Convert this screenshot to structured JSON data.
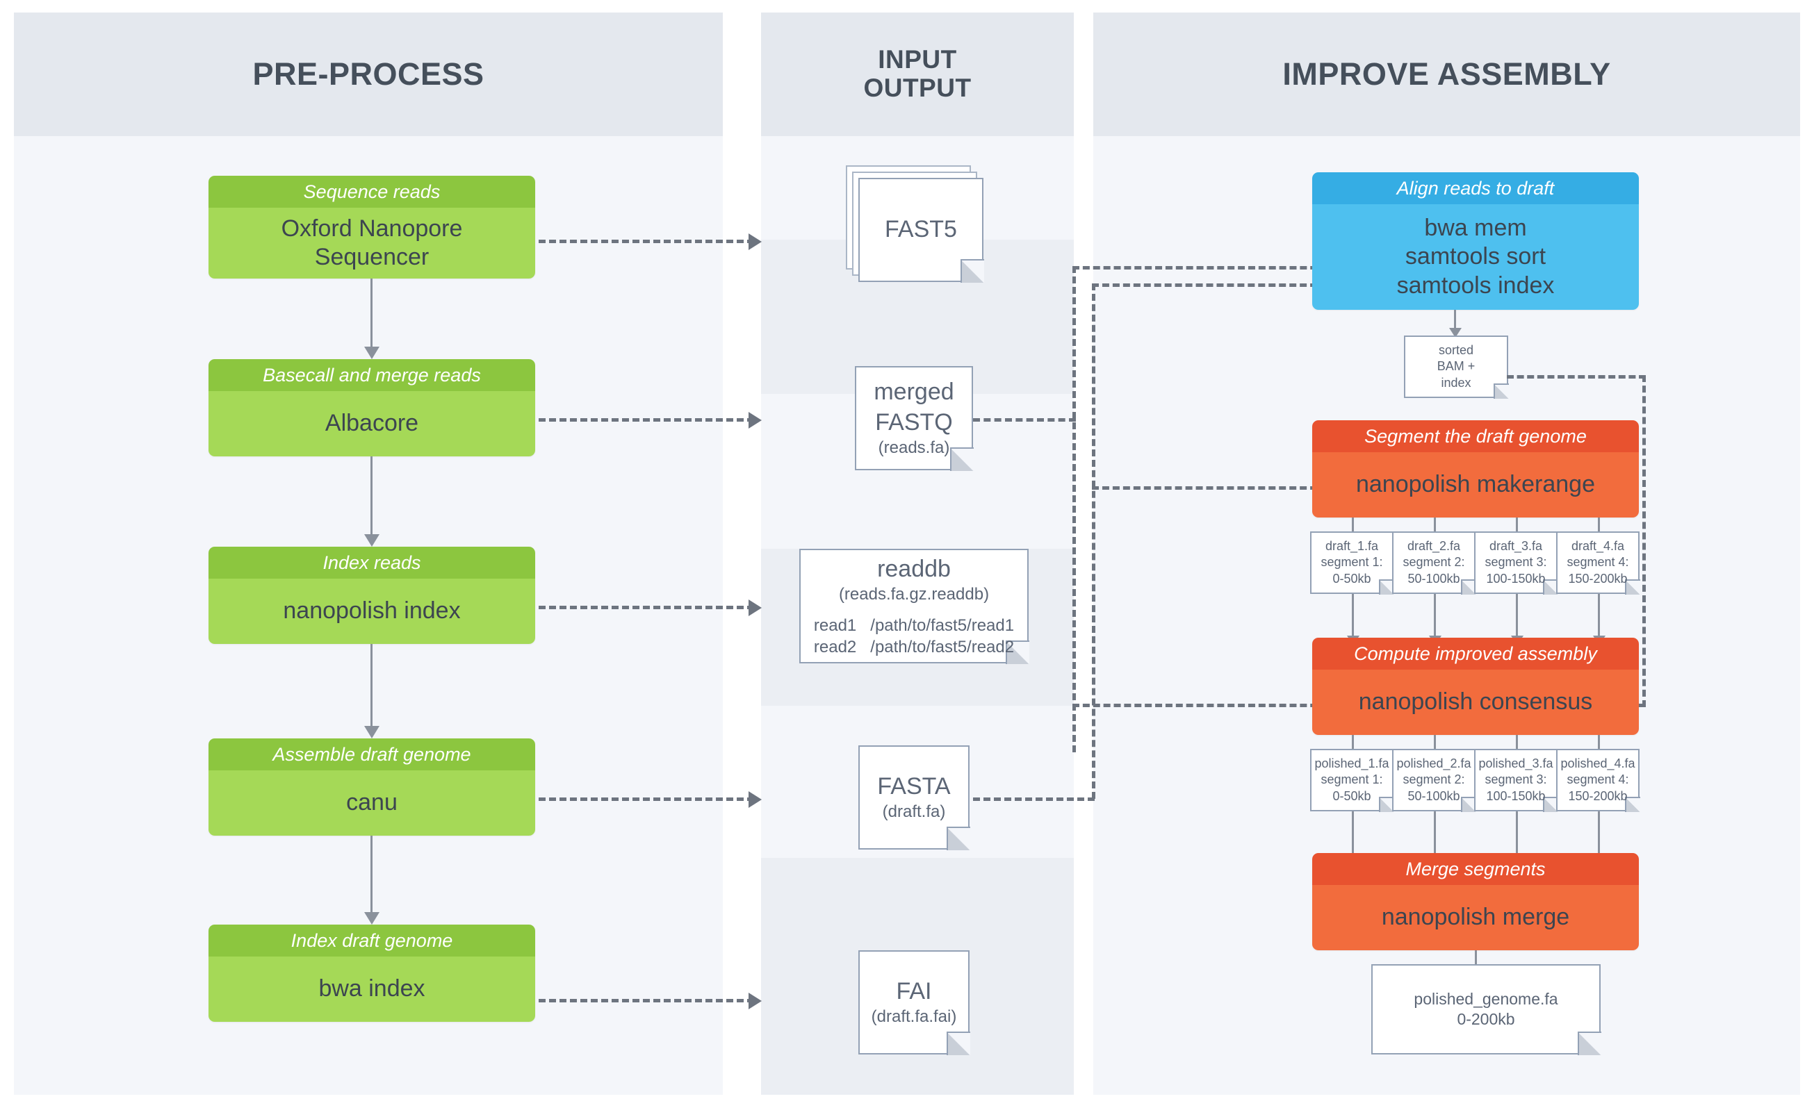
{
  "columns": {
    "preprocess": {
      "title": "PRE-PROCESS"
    },
    "io": {
      "title_line1": "INPUT",
      "title_line2": "OUTPUT"
    },
    "improve": {
      "title": "IMPROVE ASSEMBLY"
    }
  },
  "colors": {
    "green_header": "#8cc63f",
    "green_body": "#a5d957",
    "blue_header": "#35ade4",
    "blue_body": "#4ec0ef",
    "orange_header": "#e8522f",
    "orange_body": "#f26c3d",
    "column_bg": "#f4f6fa",
    "column_header_bg": "#e4e8ee",
    "connector": "#6d747f",
    "doc_border": "#93a1b5"
  },
  "preprocess_steps": [
    {
      "header": "Sequence reads",
      "lines": [
        "Oxford Nanopore",
        "Sequencer"
      ]
    },
    {
      "header": "Basecall and merge reads",
      "lines": [
        "Albacore"
      ]
    },
    {
      "header": "Index reads",
      "lines": [
        "nanopolish index"
      ]
    },
    {
      "header": "Assemble draft genome",
      "lines": [
        "canu"
      ]
    },
    {
      "header": "Index draft genome",
      "lines": [
        "bwa index"
      ]
    }
  ],
  "io_files": [
    {
      "title": "FAST5",
      "subtitle": "",
      "stacked": true
    },
    {
      "title_lines": [
        "merged",
        "FASTQ"
      ],
      "subtitle": "(reads.fa)",
      "stacked": false
    },
    {
      "title": "readdb",
      "subtitle": "(reads.fa.gz.readdb)",
      "rows": [
        "read1   /path/to/fast5/read1",
        "read2   /path/to/fast5/read2"
      ],
      "stacked": false
    },
    {
      "title": "FASTA",
      "subtitle": "(draft.fa)",
      "stacked": false
    },
    {
      "title": "FAI",
      "subtitle": "(draft.fa.fai)",
      "stacked": false
    }
  ],
  "improve_steps": [
    {
      "header": "Align reads to draft",
      "lines": [
        "bwa mem",
        "samtools sort",
        "samtools index"
      ],
      "color": "blue"
    },
    {
      "header": "Segment the draft genome",
      "lines": [
        "nanopolish makerange"
      ],
      "color": "orange"
    },
    {
      "header": "Compute improved assembly",
      "lines": [
        "nanopolish consensus"
      ],
      "color": "orange"
    },
    {
      "header": "Merge segments",
      "lines": [
        "nanopolish merge"
      ],
      "color": "orange"
    }
  ],
  "improve_files": {
    "bam": {
      "lines": [
        "sorted",
        "BAM +",
        "index"
      ]
    },
    "draft_segments": [
      {
        "lines": [
          "draft_1.fa",
          "segment 1:",
          "0-50kb"
        ]
      },
      {
        "lines": [
          "draft_2.fa",
          "segment 2:",
          "50-100kb"
        ]
      },
      {
        "lines": [
          "draft_3.fa",
          "segment 3:",
          "100-150kb"
        ]
      },
      {
        "lines": [
          "draft_4.fa",
          "segment 4:",
          "150-200kb"
        ]
      }
    ],
    "polished_segments": [
      {
        "lines": [
          "polished_1.fa",
          "segment 1:",
          "0-50kb"
        ]
      },
      {
        "lines": [
          "polished_2.fa",
          "segment 2:",
          "50-100kb"
        ]
      },
      {
        "lines": [
          "polished_3.fa",
          "segment 3:",
          "100-150kb"
        ]
      },
      {
        "lines": [
          "polished_4.fa",
          "segment 4:",
          "150-200kb"
        ]
      }
    ],
    "final": {
      "lines": [
        "polished_genome.fa",
        "0-200kb"
      ]
    }
  }
}
